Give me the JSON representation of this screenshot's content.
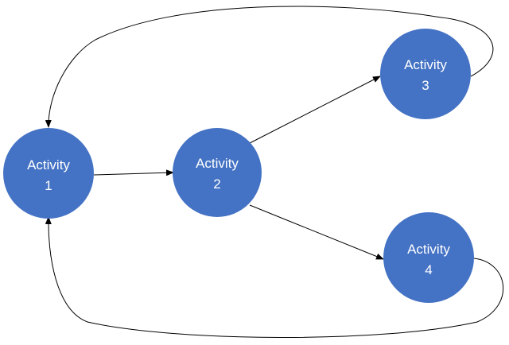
{
  "colors": {
    "node_fill": "#4472C4",
    "node_text": "#FFFFFF",
    "edge": "#000000",
    "background": "#FFFFFF"
  },
  "nodes": [
    {
      "id": "a1",
      "line1": "Activity",
      "line2": "1"
    },
    {
      "id": "a2",
      "line1": "Activity",
      "line2": "2"
    },
    {
      "id": "a3",
      "line1": "Activity",
      "line2": "3"
    },
    {
      "id": "a4",
      "line1": "Activity",
      "line2": "4"
    }
  ],
  "edges": [
    {
      "from": "a1",
      "to": "a2"
    },
    {
      "from": "a2",
      "to": "a3"
    },
    {
      "from": "a2",
      "to": "a4"
    },
    {
      "from": "a3",
      "to": "a1"
    },
    {
      "from": "a4",
      "to": "a1"
    }
  ]
}
